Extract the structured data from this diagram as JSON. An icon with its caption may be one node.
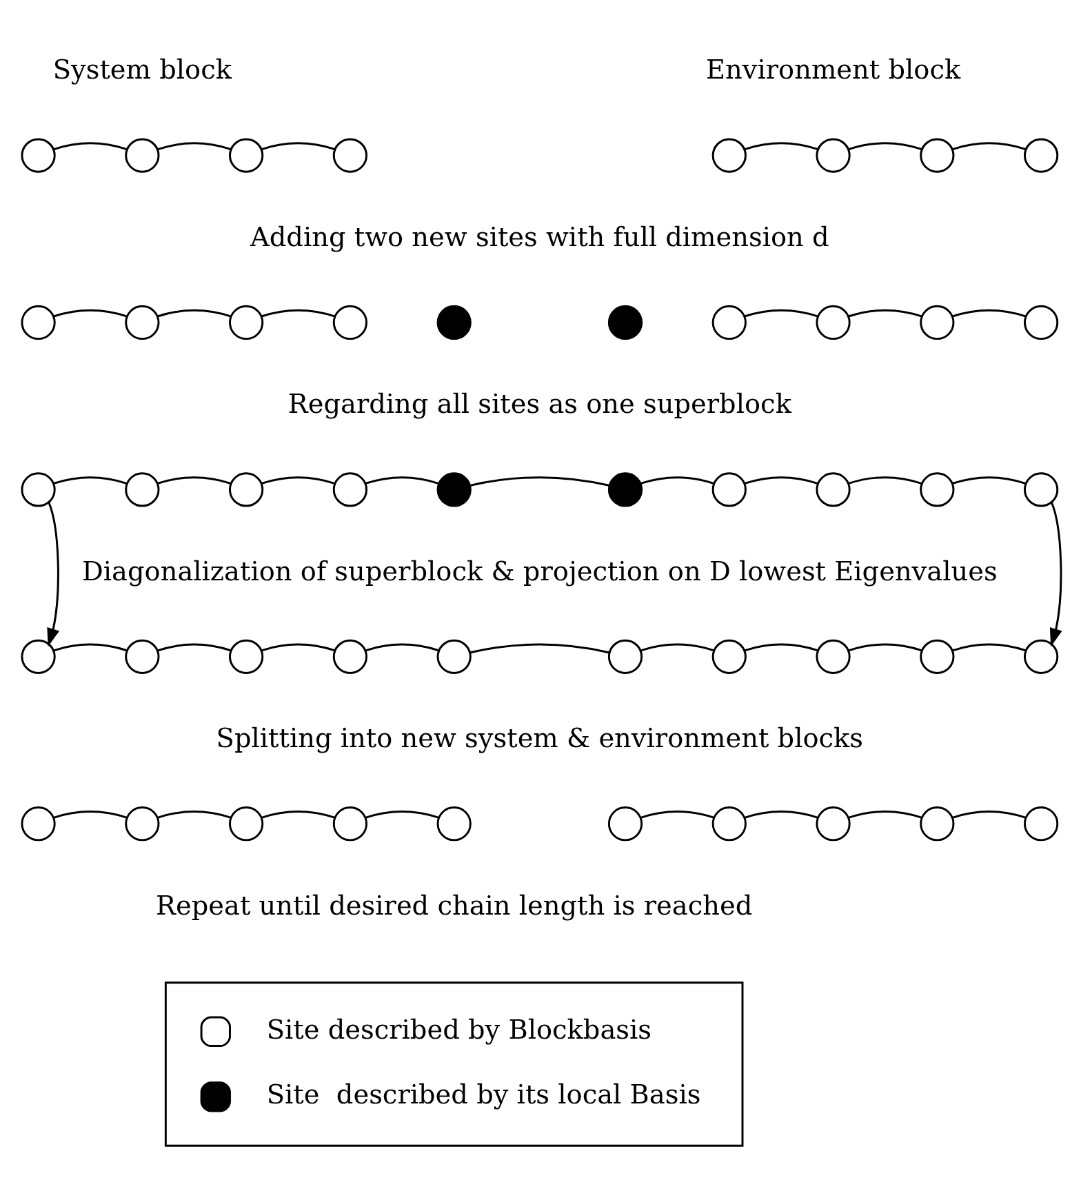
{
  "diagram": {
    "nodes": [
      {
        "text": [],
        "shape": "circle"
      },
      {
        "text": [],
        "shape": "circle"
      },
      {
        "text": [],
        "shape": "circle"
      },
      {
        "text": [],
        "shape": "circle"
      },
      {
        "text": [],
        "shape": "circle"
      },
      {
        "text": [],
        "shape": "circle"
      },
      {
        "text": [],
        "shape": "circle"
      },
      {
        "text": [],
        "shape": "circle"
      },
      {
        "text": [],
        "shape": "circle"
      },
      {
        "text": [],
        "shape": "circle"
      },
      {
        "text": [],
        "shape": "circle"
      },
      {
        "text": [],
        "shape": "circle"
      },
      {
        "text": [],
        "shape": "circle"
      },
      {
        "text": [],
        "shape": "circle"
      },
      {
        "text": [],
        "shape": "circle"
      },
      {
        "text": [],
        "shape": "circle"
      },
      {
        "text": [],
        "shape": "circle"
      },
      {
        "text": [],
        "shape": "circle"
      },
      {
        "text": [],
        "shape": "circle"
      },
      {
        "text": [],
        "shape": "circle"
      },
      {
        "text": [],
        "shape": "circle"
      },
      {
        "text": [],
        "shape": "circle"
      },
      {
        "text": [],
        "shape": "circle"
      },
      {
        "text": [],
        "shape": "circle"
      },
      {
        "text": [],
        "shape": "circle"
      },
      {
        "text": [],
        "shape": "circle"
      },
      {
        "text": [],
        "shape": "circle"
      },
      {
        "text": [],
        "shape": "circle"
      },
      {
        "text": [],
        "shape": "circle"
      },
      {
        "text": [],
        "shape": "circle"
      },
      {
        "text": [],
        "shape": "circle"
      },
      {
        "text": [],
        "shape": "circle"
      },
      {
        "text": [],
        "shape": "circle"
      },
      {
        "text": [],
        "shape": "circle"
      },
      {
        "text": [],
        "shape": "circle"
      },
      {
        "text": [],
        "shape": "circle"
      },
      {
        "text": [],
        "shape": "circle"
      },
      {
        "text": [],
        "shape": "circle"
      },
      {
        "text": [],
        "shape": "circle"
      },
      {
        "text": [],
        "shape": "circle"
      },
      {
        "text": [],
        "shape": "circle"
      },
      {
        "text": [],
        "shape": "circle"
      },
      {
        "text": [],
        "shape": "circle"
      },
      {
        "text": [],
        "shape": "circle"
      },
      {
        "text": [],
        "shape": "circle"
      },
      {
        "text": [],
        "shape": "circle"
      },
      {
        "text": [],
        "shape": "circle"
      },
      {
        "text": [],
        "shape": "circle"
      }
    ],
    "edges": [
      {
        "from": 0,
        "to": 1,
        "arrow": "none"
      },
      {
        "from": 1,
        "to": 2,
        "arrow": "none"
      },
      {
        "from": 2,
        "to": 3,
        "arrow": "none"
      },
      {
        "from": 4,
        "to": 5,
        "arrow": "none"
      },
      {
        "from": 5,
        "to": 6,
        "arrow": "none"
      },
      {
        "from": 6,
        "to": 7,
        "arrow": "none"
      },
      {
        "from": 8,
        "to": 9,
        "arrow": "none"
      },
      {
        "from": 9,
        "to": 10,
        "arrow": "none"
      },
      {
        "from": 10,
        "to": 11,
        "arrow": "none"
      },
      {
        "from": 14,
        "to": 15,
        "arrow": "none"
      },
      {
        "from": 15,
        "to": 16,
        "arrow": "none"
      },
      {
        "from": 16,
        "to": 17,
        "arrow": "none"
      },
      {
        "from": 18,
        "to": 19,
        "arrow": "none"
      },
      {
        "from": 19,
        "to": 20,
        "arrow": "none"
      },
      {
        "from": 20,
        "to": 21,
        "arrow": "none"
      },
      {
        "from": 21,
        "to": 22,
        "arrow": "none"
      },
      {
        "from": 22,
        "to": 23,
        "arrow": "none"
      },
      {
        "from": 23,
        "to": 24,
        "arrow": "none"
      },
      {
        "from": 24,
        "to": 25,
        "arrow": "none"
      },
      {
        "from": 25,
        "to": 26,
        "arrow": "none"
      },
      {
        "from": 26,
        "to": 27,
        "arrow": "none"
      },
      {
        "from": 18,
        "to": 28,
        "arrow": "to"
      },
      {
        "from": 27,
        "to": 37,
        "arrow": "to"
      },
      {
        "from": 28,
        "to": 29,
        "arrow": "none"
      },
      {
        "from": 29,
        "to": 30,
        "arrow": "none"
      },
      {
        "from": 30,
        "to": 31,
        "arrow": "none"
      },
      {
        "from": 31,
        "to": 32,
        "arrow": "none"
      },
      {
        "from": 32,
        "to": 33,
        "arrow": "none"
      },
      {
        "from": 33,
        "to": 34,
        "arrow": "none"
      },
      {
        "from": 34,
        "to": 35,
        "arrow": "none"
      },
      {
        "from": 35,
        "to": 36,
        "arrow": "none"
      },
      {
        "from": 36,
        "to": 37,
        "arrow": "none"
      },
      {
        "from": 38,
        "to": 39,
        "arrow": "none"
      },
      {
        "from": 39,
        "to": 40,
        "arrow": "none"
      },
      {
        "from": 40,
        "to": 41,
        "arrow": "none"
      },
      {
        "from": 41,
        "to": 42,
        "arrow": "none"
      },
      {
        "from": 43,
        "to": 44,
        "arrow": "none"
      },
      {
        "from": 44,
        "to": 45,
        "arrow": "none"
      },
      {
        "from": 45,
        "to": 46,
        "arrow": "none"
      },
      {
        "from": 46,
        "to": 47,
        "arrow": "none"
      }
    ],
    "labels": [
      "System block",
      "Environment block",
      "Adding two new sites with full dimension d",
      "Regarding all sites as one superblock",
      "Diagonalization of superblock & projection on D lowest Eigenvalues",
      "Splitting into new system & environment blocks",
      "Repeat until desired chain length is reached"
    ],
    "legend": [
      {
        "text": "Site described by Blockbasis"
      },
      {
        "text": "Site  described by its local Basis"
      }
    ]
  }
}
